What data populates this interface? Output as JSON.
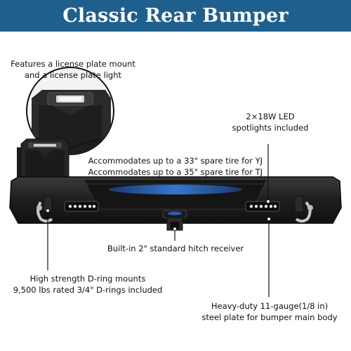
{
  "banner": {
    "title": "Classic Rear Bumper",
    "background": "#1f5f8e"
  },
  "callouts": {
    "license": "Features a license plate mount\nand a license plate light",
    "led": "2×18W LED\nspotlights included",
    "spare_tire": "Accommodates up to a 33\" spare tire for YJ\nAccommodates up to a 35\" spare tire for TJ",
    "hitch": "Built-in 2\" standard hitch receiver",
    "dring": "High strength D-ring mounts\n9,500 lbs rated 3/4\" D-rings included",
    "steel": "Heavy-duty 11-gauge(1/8 in)\nsteel plate for bumper main body"
  },
  "colors": {
    "bumper": "#1e1e1e",
    "accent_blue": "#2b6fd6",
    "dring_silver": "#c8c8c8"
  }
}
